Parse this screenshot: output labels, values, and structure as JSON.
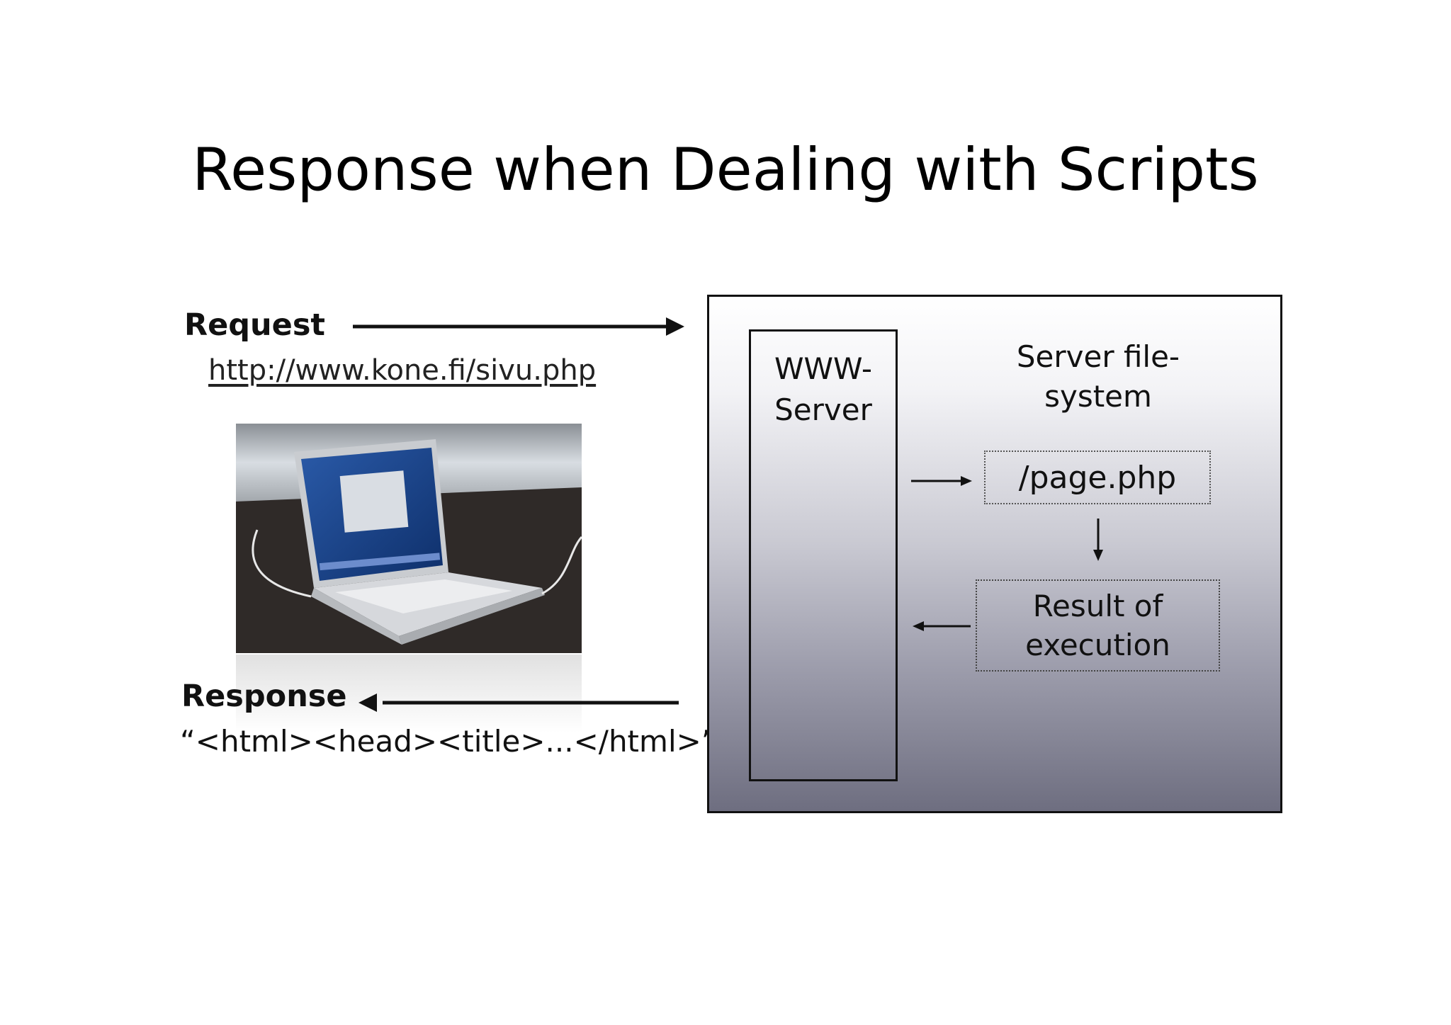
{
  "slide": {
    "title": "Response when Dealing with Scripts"
  },
  "client": {
    "request_label": "Request",
    "request_url": "http://www.kone.fi/sivu.php",
    "response_label": "Response",
    "response_body": "“<html><head><title>...</html>”",
    "image": "laptop-photo"
  },
  "server": {
    "www_server_label": "WWW-\nServer",
    "filesystem_label": "Server file-\nsystem",
    "script_file": "/page.php",
    "result_label": "Result of\nexecution"
  },
  "colors": {
    "background": "#ffffff",
    "server_gradient_top": "#ffffff",
    "server_gradient_bottom": "#6e6e80",
    "text": "#111111"
  }
}
